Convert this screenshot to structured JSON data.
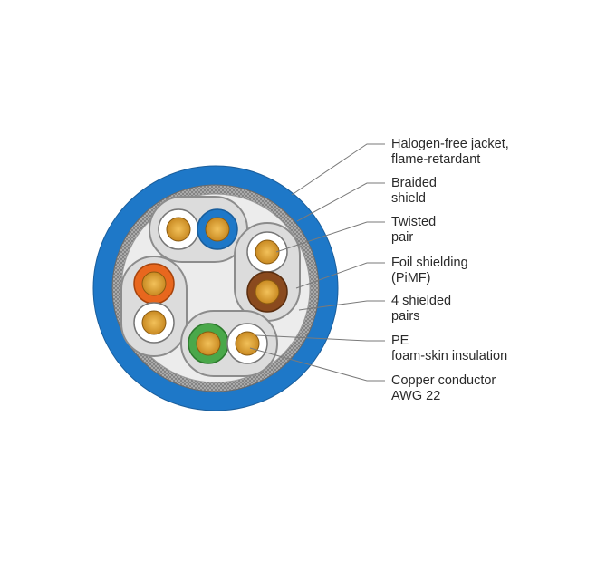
{
  "colors": {
    "jacket": "#1e78c8",
    "braid": "#a8a8a8",
    "core_fill": "#ececec",
    "pair_foil": "#dcdcdc",
    "copper": "#d89a2e",
    "wire_blue": "#1e78c8",
    "wire_orange": "#e8671e",
    "wire_brown": "#8a4a1e",
    "wire_green": "#4aa84a",
    "wire_white": "#ffffff"
  },
  "labels": [
    {
      "line1": "Halogen-free jacket,",
      "line2": "flame-retardant"
    },
    {
      "line1": "Braided",
      "line2": "shield"
    },
    {
      "line1": "Twisted",
      "line2": "pair"
    },
    {
      "line1": "Foil shielding",
      "line2": "(PiMF)"
    },
    {
      "line1": "4 shielded",
      "line2": "pairs"
    },
    {
      "line1": "PE",
      "line2": "foam-skin insulation"
    },
    {
      "line1": "Copper conductor",
      "line2": "AWG 22"
    }
  ]
}
